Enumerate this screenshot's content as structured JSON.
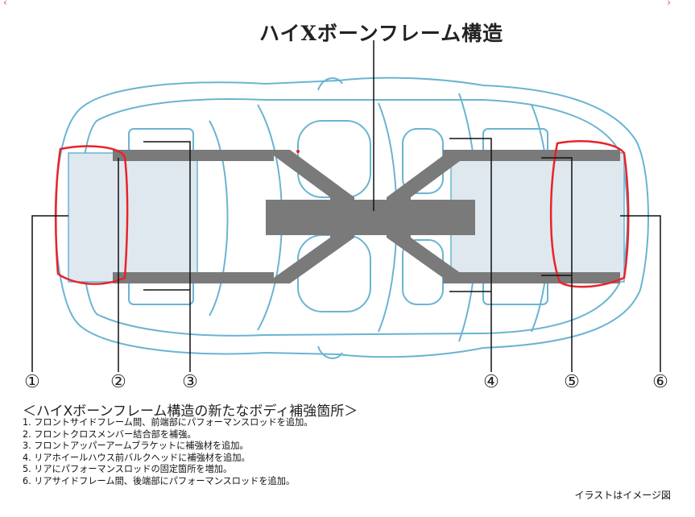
{
  "diagram": {
    "title": "ハイXボーンフレーム構造",
    "markers": [
      "①",
      "②",
      "③",
      "④",
      "⑤",
      "⑥"
    ],
    "colors": {
      "outline": "#6ab4d2",
      "frame_fill": "#dfe8ee",
      "backbone": "#7a7a7a",
      "highlight": "#e8232a",
      "leader": "#111111"
    }
  },
  "notes": {
    "heading": "＜ハイXボーンフレーム構造の新たなボディ補強箇所＞",
    "items": [
      "1. フロントサイドフレーム間、前端部にパフォーマンスロッドを追加。",
      "2. フロントクロスメンバー結合部を補強。",
      "3. フロントアッパーアームブラケットに補強材を追加。",
      "4. リアホイールハウス前バルクヘッドに補強材を追加。",
      "5. リアにパフォーマンスロッドの固定箇所を増加。",
      "6. リアサイドフレーム間、後端部にパフォーマンスロッドを追加。"
    ]
  },
  "caption": "イラストはイメージ図"
}
